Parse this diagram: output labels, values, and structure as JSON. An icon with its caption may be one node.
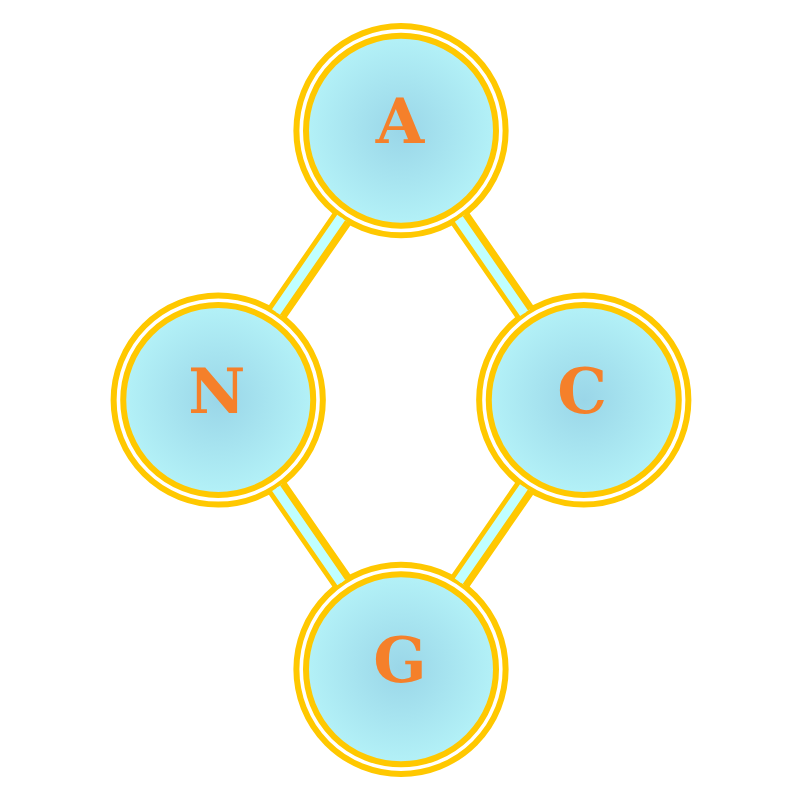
{
  "diagram": {
    "nodes": [
      {
        "text": [
          "A"
        ]
      },
      {
        "text": [
          "N"
        ]
      },
      {
        "text": [
          "C"
        ]
      },
      {
        "text": [
          "G"
        ]
      }
    ],
    "edges": [
      {
        "from": 0,
        "to": 1,
        "arrow": "none"
      },
      {
        "from": 0,
        "to": 2,
        "arrow": "none"
      },
      {
        "from": 1,
        "to": 3,
        "arrow": "none"
      },
      {
        "from": 2,
        "to": 3,
        "arrow": "none"
      }
    ]
  }
}
